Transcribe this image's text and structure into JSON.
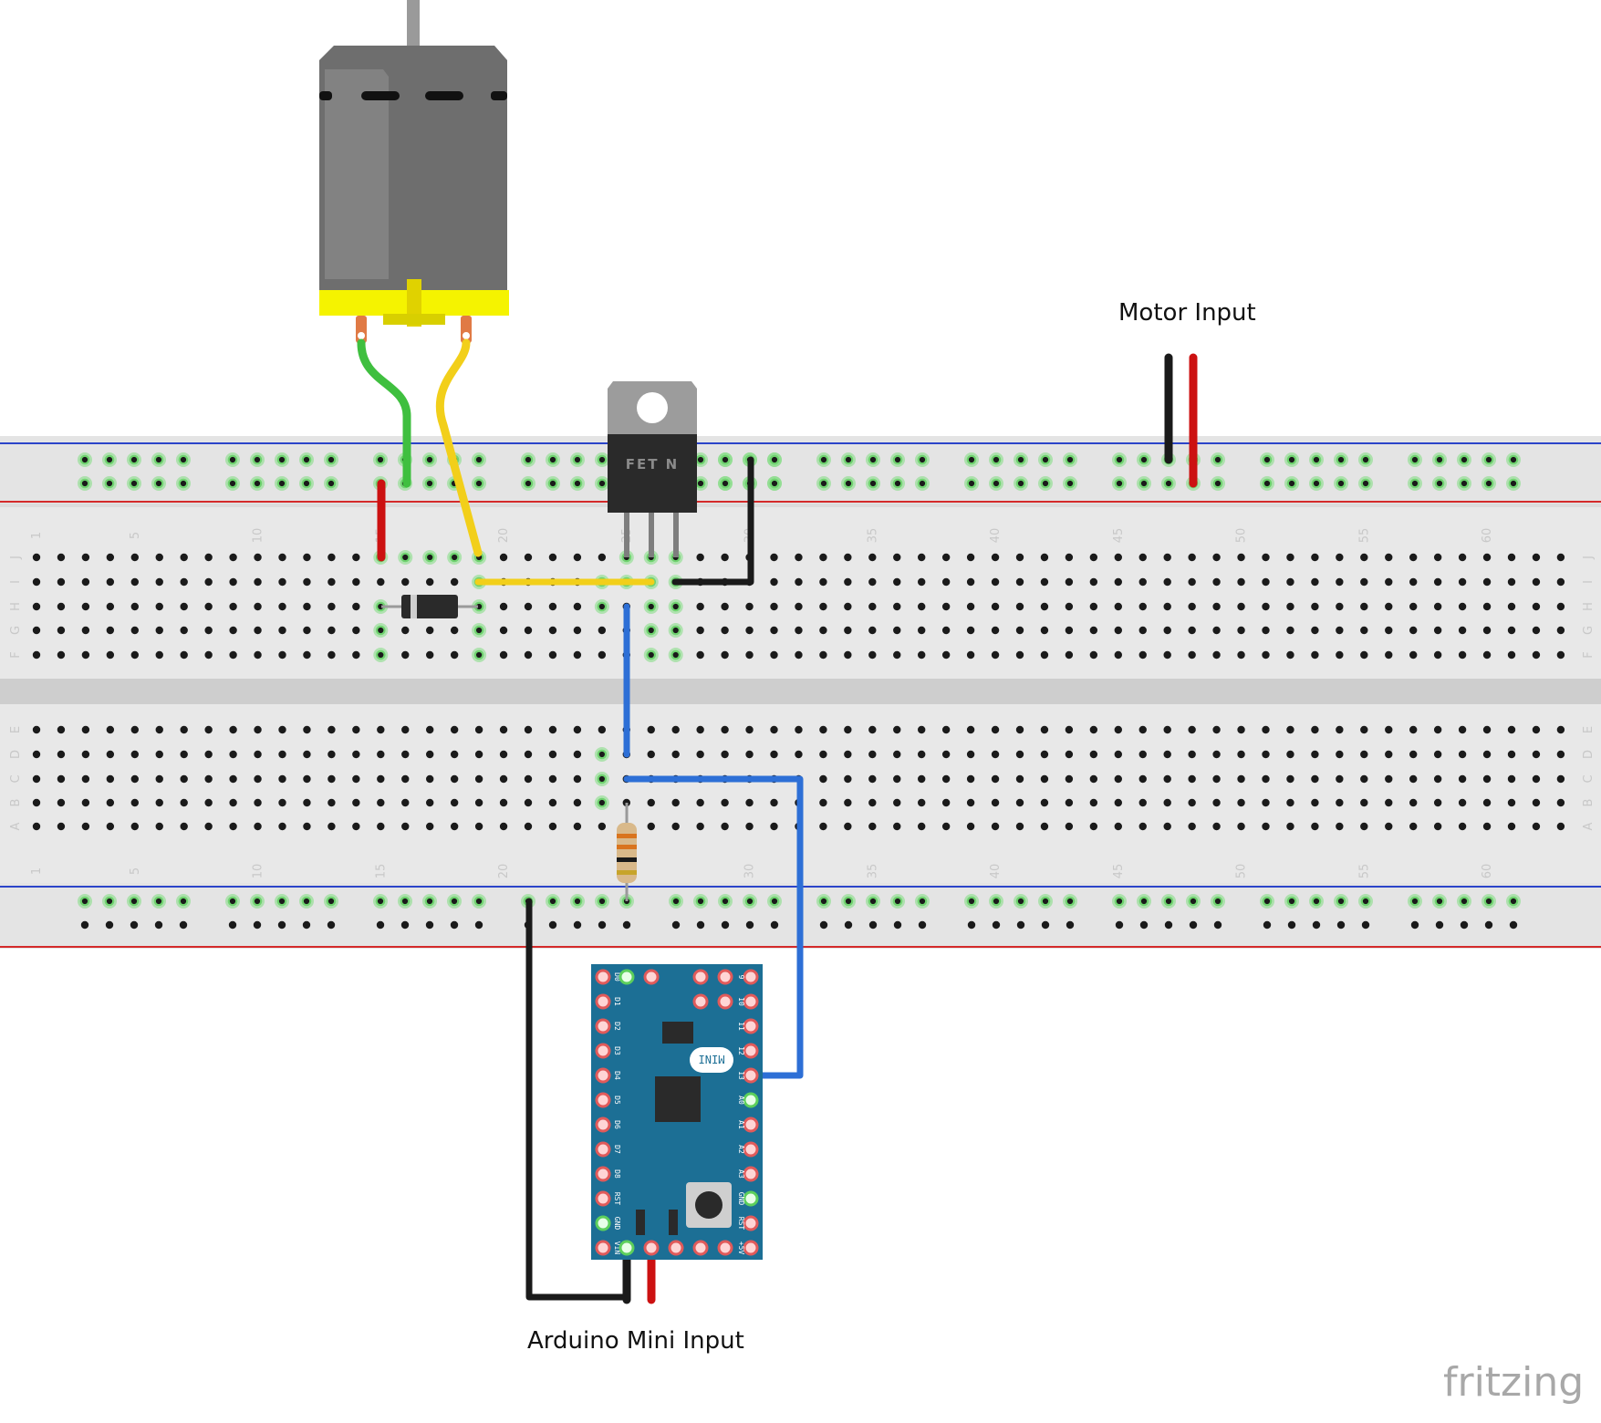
{
  "labels": {
    "motor_input": "Motor Input",
    "arduino_input": "Arduino Mini Input",
    "mosfet": "FET N",
    "arduino_badge": "MINI",
    "brand": "fritzing"
  },
  "breadboard": {
    "column_numbers": [
      "1",
      "5",
      "10",
      "15",
      "20",
      "25",
      "30",
      "35",
      "40",
      "45",
      "50",
      "55",
      "60"
    ],
    "rows_top": [
      "J",
      "I",
      "H",
      "G",
      "F"
    ],
    "rows_bottom": [
      "E",
      "D",
      "C",
      "B",
      "A"
    ]
  },
  "arduino_pins": {
    "left": [
      "D0",
      "D1",
      "D2",
      "D3",
      "D4",
      "D5",
      "D6",
      "D7",
      "D8",
      "RST",
      "GND",
      "VIN"
    ],
    "right": [
      "9",
      "10",
      "11",
      "12",
      "13",
      "A0",
      "A1",
      "A2",
      "A3",
      "GND",
      "RST",
      "+5V"
    ]
  },
  "colors": {
    "wire_red": "#cc1111",
    "wire_black": "#1a1a1a",
    "wire_blue": "#2d6fd6",
    "wire_yellow": "#f2cf1a",
    "wire_green": "#3fbf3f",
    "arduino_board": "#1c6f95",
    "motor_body": "#6e6e6e",
    "motor_base": "#f5f300"
  }
}
